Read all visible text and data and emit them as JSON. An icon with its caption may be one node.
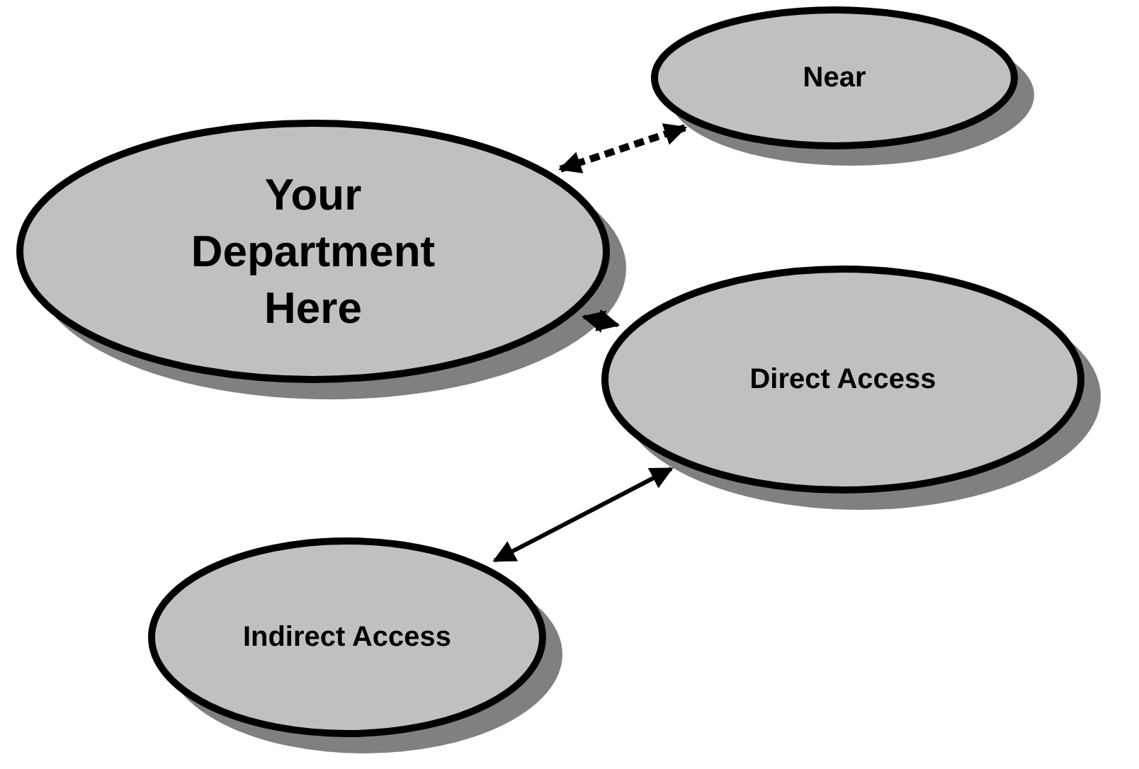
{
  "diagram": {
    "nodes": [
      {
        "text": [
          "Your Department Here"
        ]
      },
      {
        "text": [
          "Near"
        ]
      },
      {
        "text": [
          "Direct Access"
        ]
      },
      {
        "text": [
          "Indirect Access"
        ]
      }
    ],
    "edges": [
      {
        "from": 0,
        "to": 1,
        "arrow": "both",
        "style": "dashed"
      },
      {
        "from": 0,
        "to": 2,
        "arrow": "both"
      },
      {
        "from": 2,
        "to": 3,
        "arrow": "both"
      }
    ]
  }
}
